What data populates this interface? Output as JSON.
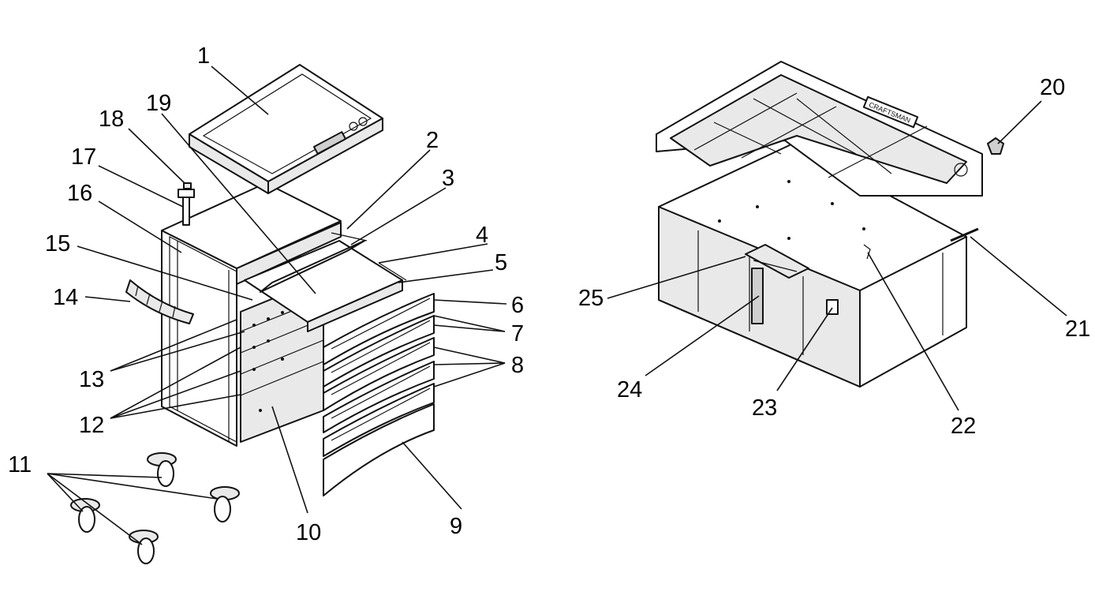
{
  "diagram": {
    "callouts": [
      {
        "id": "1",
        "label": "1"
      },
      {
        "id": "2",
        "label": "2"
      },
      {
        "id": "3",
        "label": "3"
      },
      {
        "id": "4",
        "label": "4"
      },
      {
        "id": "5",
        "label": "5"
      },
      {
        "id": "6",
        "label": "6"
      },
      {
        "id": "7",
        "label": "7"
      },
      {
        "id": "8",
        "label": "8"
      },
      {
        "id": "9",
        "label": "9"
      },
      {
        "id": "10",
        "label": "10"
      },
      {
        "id": "11",
        "label": "11"
      },
      {
        "id": "12",
        "label": "12"
      },
      {
        "id": "13",
        "label": "13"
      },
      {
        "id": "14",
        "label": "14"
      },
      {
        "id": "15",
        "label": "15"
      },
      {
        "id": "16",
        "label": "16"
      },
      {
        "id": "17",
        "label": "17"
      },
      {
        "id": "18",
        "label": "18"
      },
      {
        "id": "19",
        "label": "19"
      },
      {
        "id": "20",
        "label": "20"
      },
      {
        "id": "21",
        "label": "21"
      },
      {
        "id": "22",
        "label": "22"
      },
      {
        "id": "23",
        "label": "23"
      },
      {
        "id": "24",
        "label": "24"
      },
      {
        "id": "25",
        "label": "25"
      }
    ],
    "logo_text": "CRAFTSMAN"
  }
}
